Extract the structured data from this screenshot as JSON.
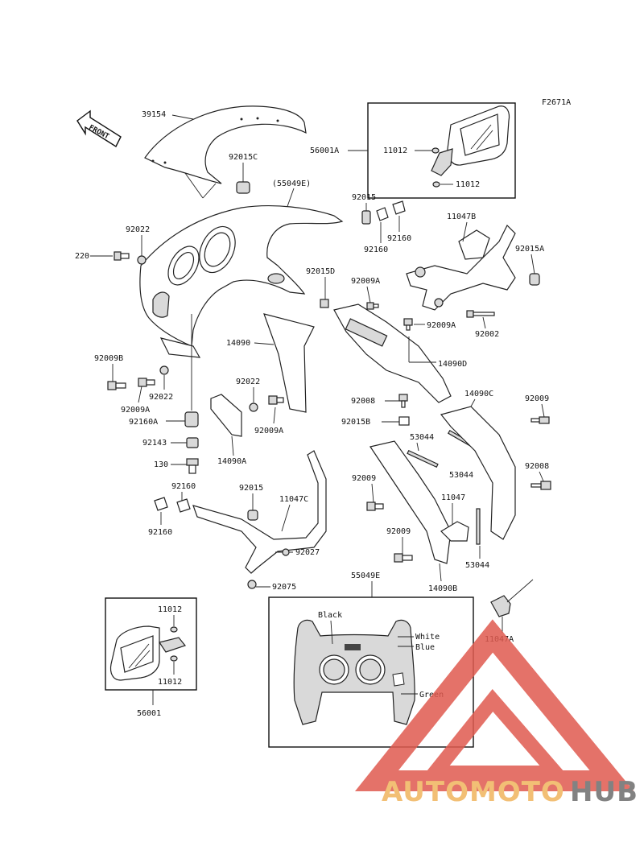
{
  "diagram_code": "F2671A",
  "front_label": "FRONT",
  "labels": {
    "p39154": "39154",
    "p92015C": "92015C",
    "p55049E_top": "(55049E)",
    "p56001A": "56001A",
    "p11012_a": "11012",
    "p11012_b": "11012",
    "p92015_top": "92015",
    "p92160_a": "92160",
    "p92160_b": "92160",
    "p11047B": "11047B",
    "p92015A": "92015A",
    "p92022_top": "92022",
    "p220": "220",
    "p92015D": "92015D",
    "p92009A_a": "92009A",
    "p92009A_b": "92009A",
    "p92002": "92002",
    "p14090": "14090",
    "p14090D": "14090D",
    "p92009B": "92009B",
    "p92009A_c": "92009A",
    "p92022_b": "92022",
    "p92022_c": "92022",
    "p92160A": "92160A",
    "p92009A_d": "92009A",
    "p92008_a": "92008",
    "p14090C": "14090C",
    "p92009_a": "92009",
    "p92015B": "92015B",
    "p53044_a": "53044",
    "p53044_b": "53044",
    "p92143": "92143",
    "p14090A": "14090A",
    "p92008_b": "92008",
    "p130": "130",
    "p92160_c": "92160",
    "p92015_mid": "92015",
    "p11047C": "11047C",
    "p92009_b": "92009",
    "p11047": "11047",
    "p92160_d": "92160",
    "p92027": "92027",
    "p92009_c": "92009",
    "p53044_c": "53044",
    "p92075": "92075",
    "p14090B": "14090B",
    "p55049E": "55049E",
    "p11012_c": "11012",
    "p11012_d": "11012",
    "p56001": "56001",
    "p11047A": "11047A"
  },
  "color_callouts": {
    "black": "Black",
    "white": "White",
    "blue": "Blue",
    "green": "Green"
  },
  "watermark": {
    "auto": "AUTOMOTO",
    "hub": "HUB",
    "triangle_color": "#e05a4f",
    "auto_color": "#f0b45e",
    "hub_color": "#6d6d6d"
  }
}
